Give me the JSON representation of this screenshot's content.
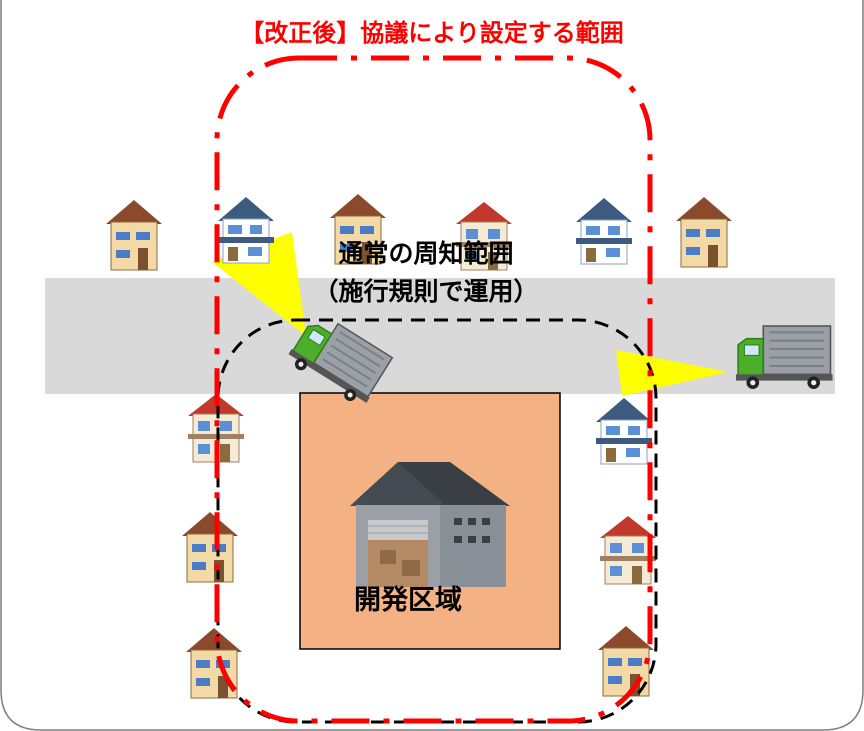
{
  "title": "【改正後】協議により設定する範囲",
  "normal_area_label_line1": "通常の周知範囲",
  "normal_area_label_line2": "（施行規則で運用）",
  "dev_area_label": "開発区域",
  "colors": {
    "revised_boundary": "#ff0000",
    "normal_boundary": "#000000",
    "road": "#d9d9d9",
    "dev_area": "#f4b183",
    "dust_cone": "#ffff00",
    "frame": "#7f7f7f"
  },
  "icons": [
    "house-icon",
    "truck-icon",
    "warehouse-icon",
    "dust-cone-icon"
  ]
}
